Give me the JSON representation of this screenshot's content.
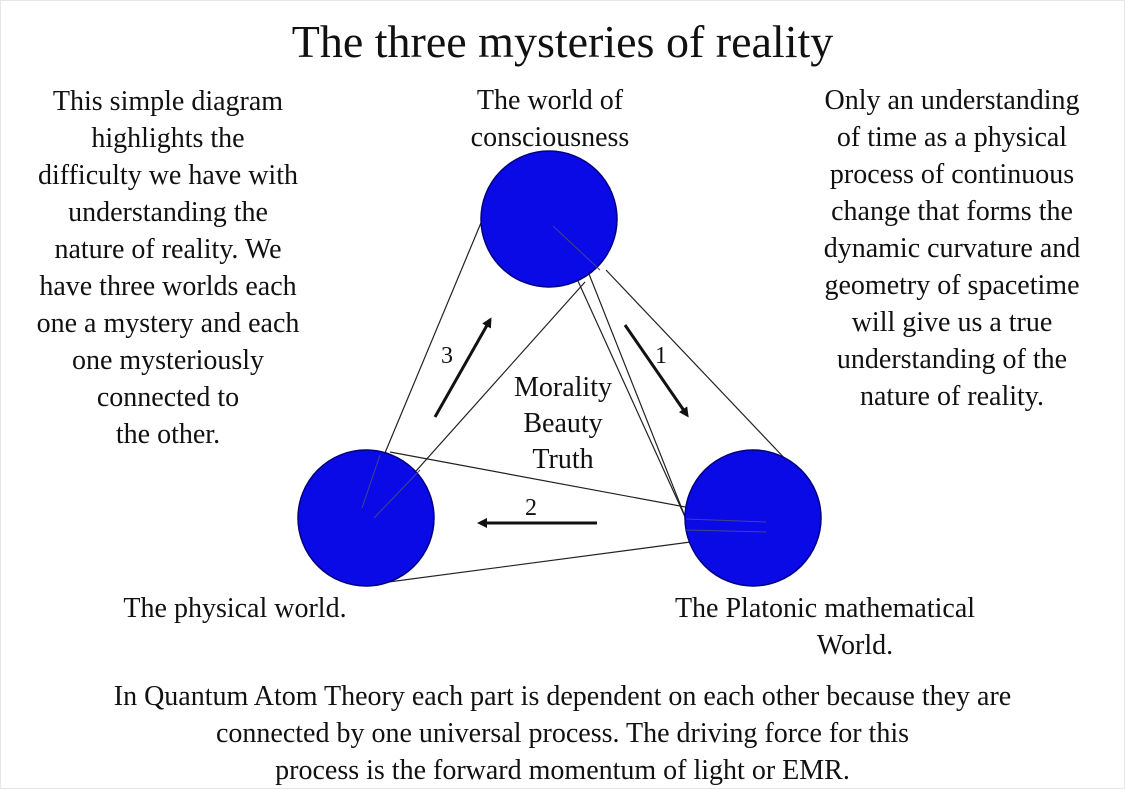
{
  "title": "The three mysteries of reality",
  "left_paragraph": [
    "This simple diagram",
    "highlights the",
    "difficulty we have with",
    "understanding the",
    "nature of reality. We",
    "have three worlds each",
    "one a mystery and each",
    "one mysteriously",
    "connected to",
    "the other."
  ],
  "right_paragraph": [
    "Only an understanding",
    "of time as a physical",
    "process of continuous",
    "change that forms the",
    "dynamic curvature and",
    "geometry of spacetime",
    "will give us a true",
    "understanding of the",
    "nature of reality."
  ],
  "bottom_paragraph": [
    "In Quantum Atom Theory each part is dependent on each other because they are",
    "connected by one universal process. The driving force for this",
    "process is the forward momentum of light or EMR."
  ],
  "worlds": {
    "consciousness": [
      "The world of",
      "consciousness"
    ],
    "physical": [
      "The physical world."
    ],
    "platonic": [
      "The Platonic mathematical",
      "World."
    ]
  },
  "center_values": [
    "Morality",
    "Beauty",
    "Truth"
  ],
  "arrows": [
    {
      "label": "1",
      "direction": "consciousness-to-platonic"
    },
    {
      "label": "2",
      "direction": "platonic-to-physical"
    },
    {
      "label": "3",
      "direction": "physical-to-consciousness"
    }
  ],
  "colors": {
    "circle_fill": "#0a0ae6",
    "circle_stroke": "#000080",
    "line": "#222222",
    "text": "#111111"
  }
}
